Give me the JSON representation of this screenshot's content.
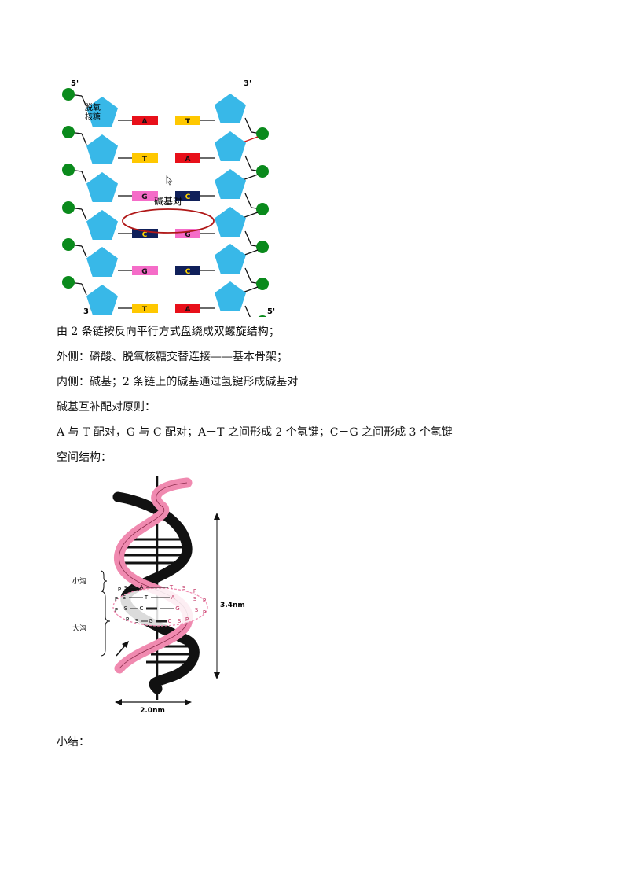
{
  "ladder_diagram": {
    "top_left_end": "5'",
    "top_right_end": "3'",
    "bottom_left_end": "3'",
    "bottom_right_end": "5'",
    "sugar_label_line1": "脱氧",
    "sugar_label_line2": "核糖",
    "base_pair_label": "碱基对",
    "rows": [
      {
        "left_base": "A",
        "right_base": "T"
      },
      {
        "left_base": "T",
        "right_base": "A"
      },
      {
        "left_base": "G",
        "right_base": "C"
      },
      {
        "left_base": "C",
        "right_base": "G"
      },
      {
        "left_base": "G",
        "right_base": "C"
      },
      {
        "left_base": "T",
        "right_base": "A"
      }
    ],
    "base_colors": {
      "A": "#e8101a",
      "T": "#ffc800",
      "G": "#f56cc8",
      "C": "#10205a"
    },
    "base_text_colors": {
      "A": "#111111",
      "T": "#111111",
      "G": "#111111",
      "C": "#ffd400"
    },
    "phosphate_color": "#0a8a1c",
    "sugar_color": "#38b8e8",
    "circle_color": "#b01818"
  },
  "text_lines": {
    "line1": "由 2 条链按反向平行方式盘绕成双螺旋结构；",
    "line2": "外侧：磷酸、脱氧核糖交替连接——基本骨架；",
    "line3": "内侧：碱基；2 条链上的碱基通过氢键形成碱基对",
    "line4": "碱基互补配对原则：",
    "line5": "A 与 T 配对，G 与 C 配对；A－T 之间形成 2 个氢键；C－G 之间形成 3 个氢键",
    "line6": "空间结构：",
    "line7": "小结："
  },
  "helix_diagram": {
    "minor_groove_label": "小沟",
    "major_groove_label": "大沟",
    "height_label": "3.4nm",
    "width_label": "2.0nm",
    "ring_row1": [
      "P",
      "S",
      "A",
      "T",
      "S",
      "P"
    ],
    "ring_row2": [
      "P",
      "S",
      "T",
      "A",
      "S",
      "P"
    ],
    "ring_row3": [
      "P",
      "S",
      "C",
      "G",
      "S",
      "P"
    ],
    "ring_row4": [
      "P",
      "S",
      "G",
      "C",
      "S",
      "P"
    ],
    "pink_color": "#f08ab0",
    "black_color": "#111111"
  }
}
